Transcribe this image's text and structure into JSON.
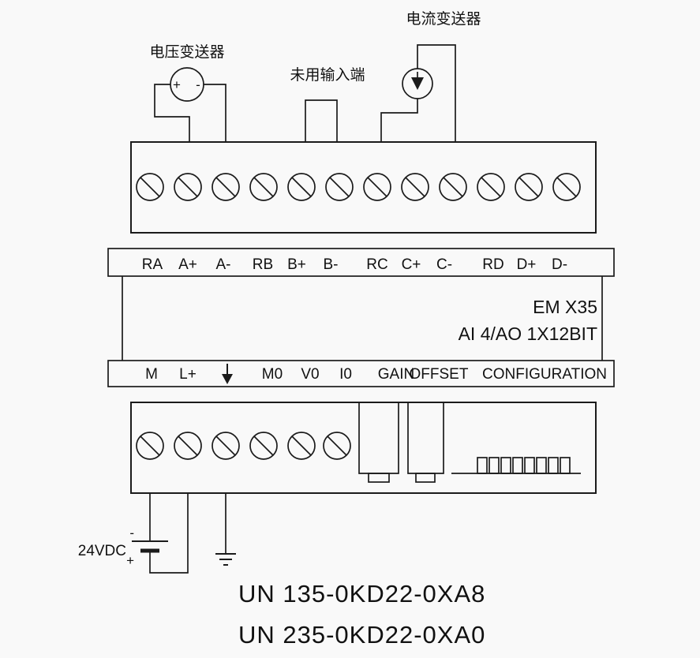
{
  "labels": {
    "current_transmitter": "电流变送器",
    "voltage_transmitter": "电压变送器",
    "unused_input": "未用输入端",
    "power": "24VDC"
  },
  "symbols": {
    "plus": "+",
    "minus": "-"
  },
  "module": {
    "model": "EM X35",
    "spec": "AI 4/AO 1X12BIT"
  },
  "terminals": {
    "top": [
      "RA",
      "A+",
      "A-",
      "RB",
      "B+",
      "B-",
      "RC",
      "C+",
      "C-",
      "RD",
      "D+",
      "D-"
    ],
    "bottom": [
      "M",
      "L+",
      "M0",
      "V0",
      "I0",
      "GAIN",
      "OFFSET",
      "CONFIGURATION"
    ]
  },
  "part_numbers": [
    "UN 135-0KD22-0XA8",
    "UN 235-0KD22-0XA0"
  ]
}
